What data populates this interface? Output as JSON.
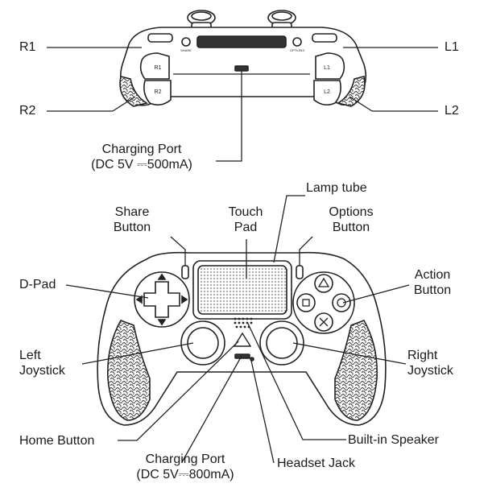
{
  "top_view": {
    "r1": "R1",
    "r2": "R2",
    "l1": "L1",
    "l2": "L2",
    "trigger_r1": "R1",
    "trigger_r2": "R2",
    "trigger_l1": "L1",
    "trigger_l2": "L2",
    "share_tiny": "SHARE",
    "options_tiny": "OPTIONS",
    "charging_port": {
      "line1": "Charging Port",
      "line2": "(DC 5V ⎓500mA)"
    }
  },
  "front_view": {
    "lamp_tube": "Lamp tube",
    "share_button": {
      "line1": "Share",
      "line2": "Button"
    },
    "touch_pad": {
      "line1": "Touch",
      "line2": "Pad"
    },
    "options_button": {
      "line1": "Options",
      "line2": "Button"
    },
    "d_pad": "D-Pad",
    "action_button": {
      "line1": "Action",
      "line2": "Button"
    },
    "left_joystick": {
      "line1": "Left",
      "line2": "Joystick"
    },
    "right_joystick": {
      "line1": "Right",
      "line2": "Joystick"
    },
    "home_button": "Home Button",
    "built_in_speaker": "Built-in Speaker",
    "charging_port": {
      "line1": "Charging Port",
      "line2": "(DC 5V⎓800mA)"
    },
    "headset_jack": "Headset Jack"
  }
}
